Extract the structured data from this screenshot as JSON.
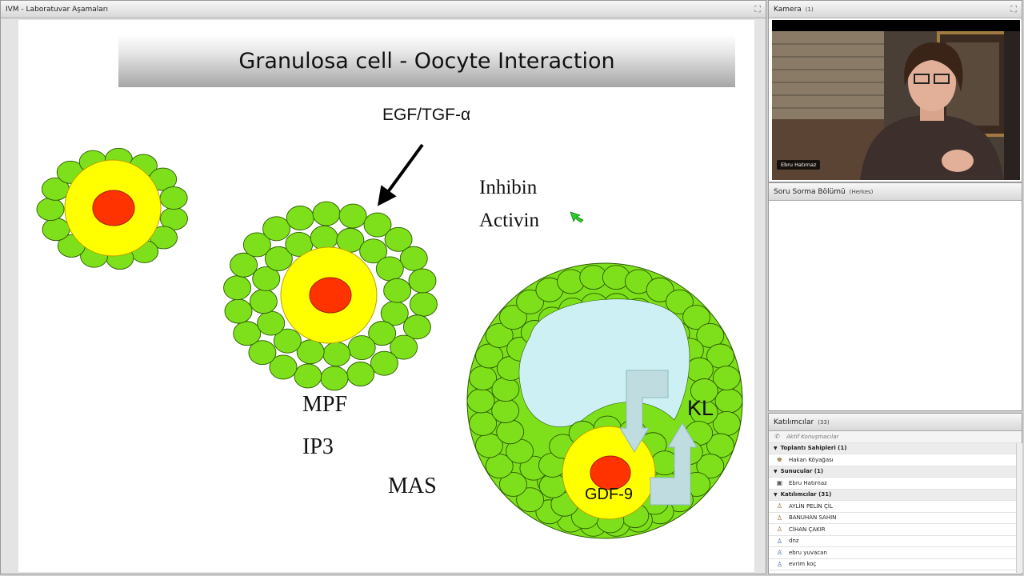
{
  "share_pod": {
    "title": "IVM - Laboratuvar Aşamaları"
  },
  "slide": {
    "title": "Granulosa cell - Oocyte Interaction",
    "labels": {
      "egf": "EGF/TGF-α",
      "inhibin": "Inhibin",
      "activin": "Activin",
      "mpf": "MPF",
      "ip3": "IP3",
      "mas": "MAS",
      "kl": "KL",
      "gdf": "GDF-9"
    }
  },
  "camera_pod": {
    "title": "Kamera",
    "count": "(1)",
    "name_tag": "Ebru Hatırnaz"
  },
  "chat_pod": {
    "title": "Soru Sorma Bölümü",
    "scope": "(Herkes)"
  },
  "attendee_pod": {
    "title": "Katılımcılar",
    "count": "(33)",
    "active_speakers": "Aktif Konuşmacılar",
    "groups": [
      {
        "label": "Toplantı Sahipleri (1)",
        "members": [
          "Hakan Köyağası"
        ]
      },
      {
        "label": "Sunucular (1)",
        "members": [
          "Ebru Hatırnaz"
        ]
      },
      {
        "label": "Katılımcılar (31)",
        "members": [
          "AYLİN PELİN ÇİL",
          "BANUHAN SAHIN",
          "CİHAN ÇAKIR",
          "dnz",
          "ebru yuvacan",
          "evrim koç"
        ]
      }
    ]
  },
  "colors": {
    "granulosa": "#7ee01a",
    "oocyte": "#ffff00",
    "nucleus": "#ff3300",
    "antrum": "#cdf0f5",
    "arrow": "#bfdde0"
  }
}
